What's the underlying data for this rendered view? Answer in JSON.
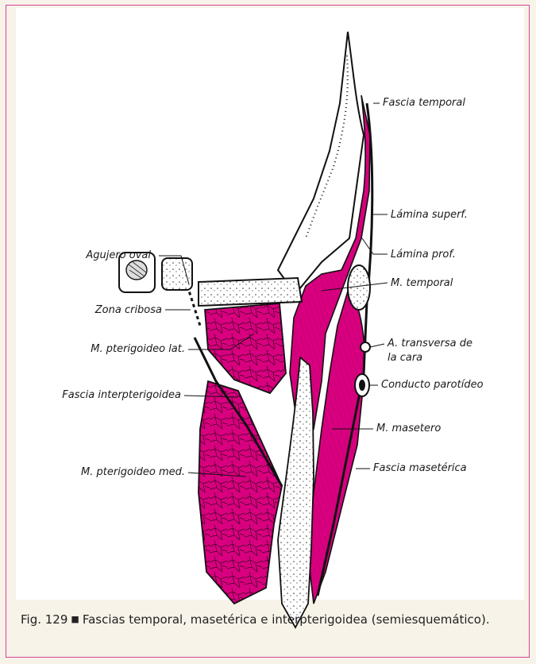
{
  "figure": {
    "labels": {
      "fascia_temporal": "Fascia temporal",
      "lamina_superf": "Lámina superf.",
      "lamina_prof": "Lámina prof.",
      "m_temporal": "M. temporal",
      "agujero_oval": "Agujero oval",
      "zona_cribosa": "Zona cribosa",
      "a_transversa_line1": "A. transversa de",
      "a_transversa_line2": "la cara",
      "m_pterigoideo_lat": "M. pterigoideo lat.",
      "conducto_parotideo": "Conducto parotídeo",
      "fascia_interpterigoidea": "Fascia interpterigoidea",
      "m_masetero": "M. masetero",
      "m_pterigoideo_med": "M. pterigoideo med.",
      "fascia_maseterica": "Fascia masetérica"
    },
    "caption": {
      "number": "Fig. 129",
      "separator": "■",
      "text": "Fascias temporal, masetérica e interpterigoidea (semiesquemático)."
    },
    "colors": {
      "muscle": "#d8007f",
      "frame": "#d6409a",
      "background": "#f7f3e8"
    }
  }
}
